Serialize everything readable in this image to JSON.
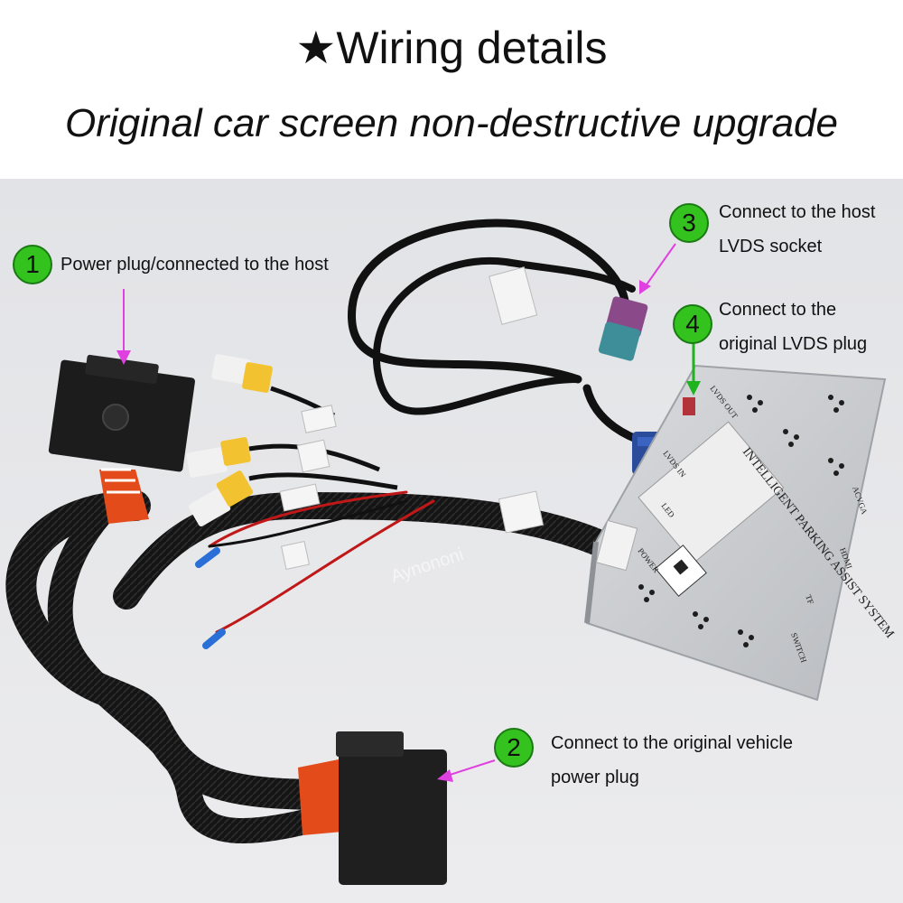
{
  "header": {
    "title_star": "★",
    "title": "Wiring details",
    "subtitle": "Original car screen non-destructive upgrade"
  },
  "colors": {
    "callout_green": "#34c21f",
    "arrow_magenta": "#e040e0",
    "arrow_green": "#1fb31f",
    "background_gray": "#e6e7e9"
  },
  "callouts": [
    {
      "num": "1",
      "line1": "Power plug/connected to the host",
      "line2": ""
    },
    {
      "num": "2",
      "line1": "Connect to the original vehicle",
      "line2": "power plug"
    },
    {
      "num": "3",
      "line1": "Connect to the host",
      "line2": "LVDS socket"
    },
    {
      "num": "4",
      "line1": "Connect to the",
      "line2": "original LVDS plug"
    }
  ],
  "module": {
    "label": "INTELLIGENT PARKING ASSIST SYSTEM",
    "ports": [
      "LVDS OUT",
      "LVDS IN",
      "LED",
      "POWER",
      "ACVGA",
      "HDMI",
      "TF",
      "SWITCH"
    ]
  },
  "watermark": "Aynononi"
}
